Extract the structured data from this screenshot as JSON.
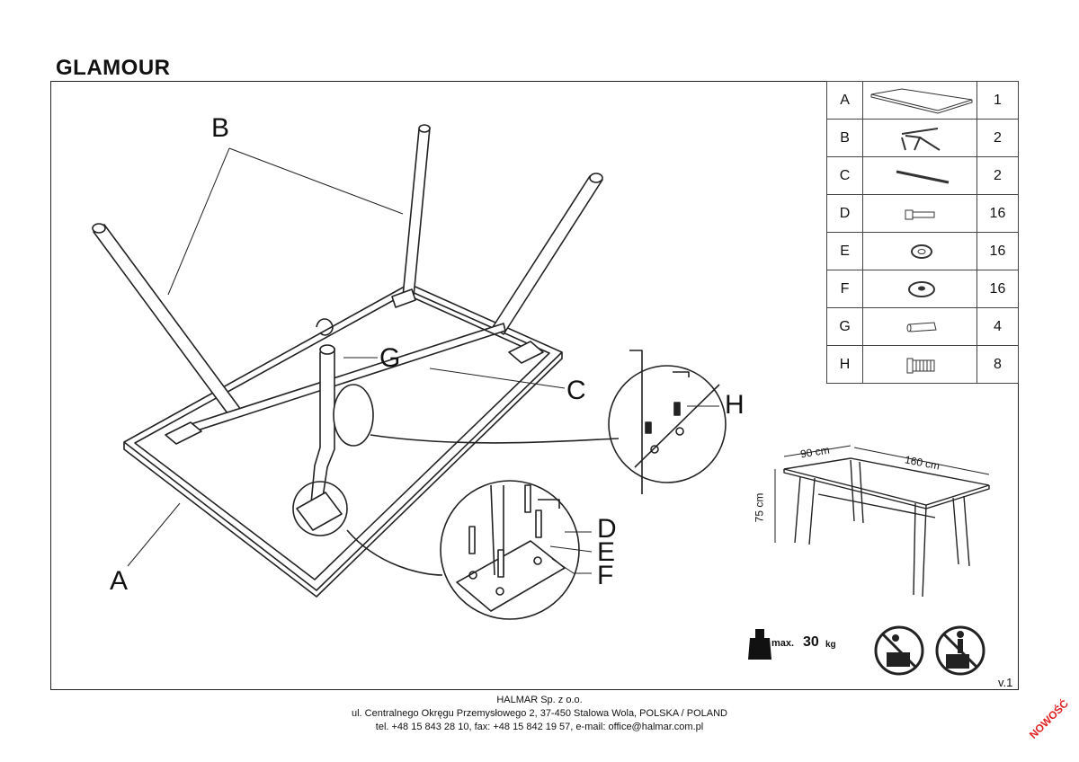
{
  "header": {
    "title": "GLAMOUR"
  },
  "labels": {
    "a": "A",
    "b": "B",
    "c": "C",
    "d": "D",
    "e": "E",
    "f": "F",
    "g": "G",
    "h": "H"
  },
  "parts": [
    {
      "letter": "A",
      "qty": "1",
      "icon": "tabletop-icon"
    },
    {
      "letter": "B",
      "qty": "2",
      "icon": "leg-frame-icon"
    },
    {
      "letter": "C",
      "qty": "2",
      "icon": "crossbar-icon"
    },
    {
      "letter": "D",
      "qty": "16",
      "icon": "bolt-icon"
    },
    {
      "letter": "E",
      "qty": "16",
      "icon": "spring-washer-icon"
    },
    {
      "letter": "F",
      "qty": "16",
      "icon": "flat-washer-icon"
    },
    {
      "letter": "G",
      "qty": "4",
      "icon": "foot-cap-icon"
    },
    {
      "letter": "H",
      "qty": "8",
      "icon": "short-screw-icon"
    }
  ],
  "dimensions": {
    "width": "90 cm",
    "length": "160 cm",
    "height": "75 cm"
  },
  "load": {
    "label": "max.",
    "value": "30",
    "unit": "kg"
  },
  "version": "v.1",
  "footer": {
    "company": "HALMAR Sp. z o.o.",
    "address": "ul. Centralnego Okręgu Przemysłowego 2, 37-450 Stalowa Wola, POLSKA / POLAND",
    "contact": "tel. +48 15 843 28 10, fax: +48 15 842 19 57, e-mail: office@halmar.com.pl"
  },
  "stamp": "NOWOŚĆ",
  "colors": {
    "line": "#222222",
    "stamp": "#e02020"
  }
}
